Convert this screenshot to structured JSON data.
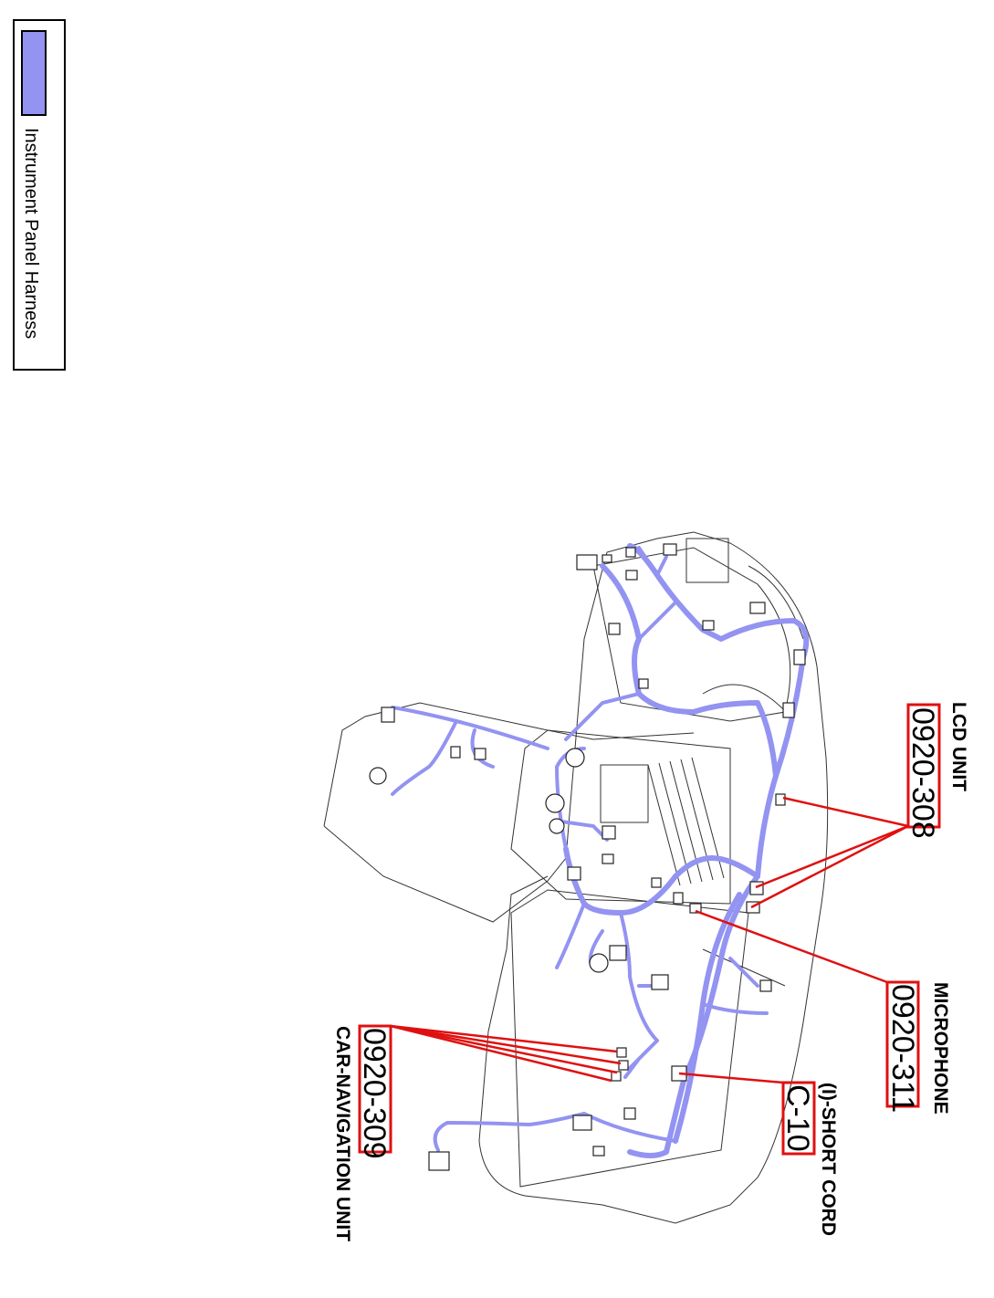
{
  "legend": {
    "label": "Instrument Panel Harness",
    "swatch_color": "#9393f2"
  },
  "colors": {
    "harness": "#9393f2",
    "callout": "#e01010",
    "outline": "#333333"
  },
  "callouts": [
    {
      "code": "0920-308",
      "name": "LCD UNIT"
    },
    {
      "code": "0920-311",
      "name": "MICROPHONE"
    },
    {
      "code": "C-10",
      "name": "(I)-SHORT CORD"
    },
    {
      "code": "0920-309",
      "name": "CAR-NAVIGATION UNIT"
    }
  ]
}
